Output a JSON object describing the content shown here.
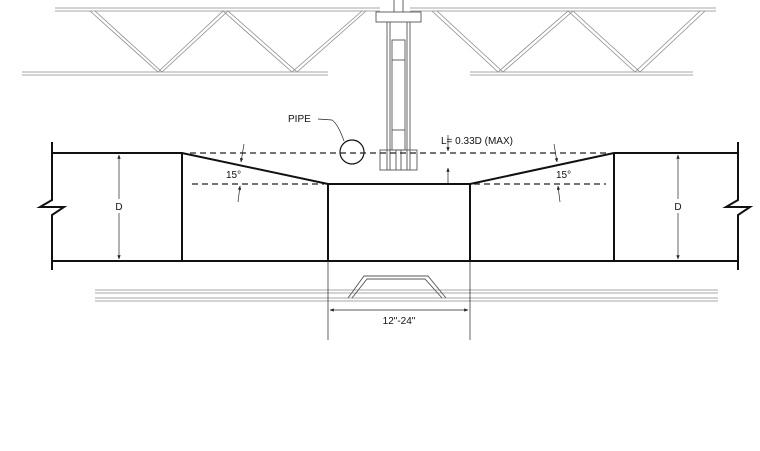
{
  "labels": {
    "pipe": "PIPE",
    "length": "L= 0.33D (MAX)",
    "angle_left": "15°",
    "angle_right": "15°",
    "depth_left": "D",
    "depth_right": "D",
    "width": "12\"-24\""
  },
  "colors": {
    "line": "#111111",
    "light_line": "#8a8a8a",
    "background": "#ffffff"
  }
}
